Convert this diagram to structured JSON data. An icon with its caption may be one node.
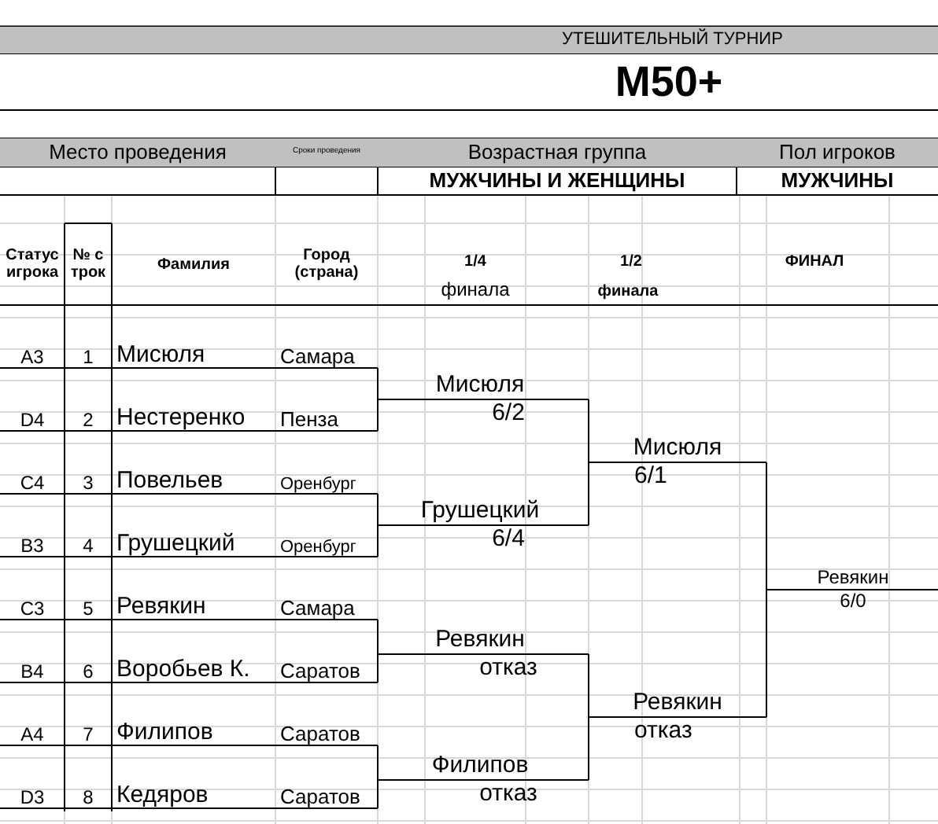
{
  "diagram": {
    "title": "M50+",
    "labels": [
      "УТЕШИТЕЛЬНЫЙ  ТУРНИР",
      "Место проведения",
      "Сроки проведения",
      "Возрастная группа",
      "Пол игроков",
      "МУЖЧИНЫ И ЖЕНЩИНЫ",
      "МУЖЧИНЫ",
      "Статус игрока",
      "№ строк",
      "Фамилия",
      "Город (страна)",
      "1/4",
      "1/2",
      "ФИНАЛ",
      "финала",
      "финала",
      "А3",
      "1",
      "Мисюля",
      "Самара",
      "D4",
      "2",
      "Нестеренко",
      "Пенза",
      "С4",
      "3",
      "Повельев",
      "Оренбург",
      "В3",
      "4",
      "Грушецкий",
      "Оренбург",
      "С3",
      "5",
      "Ревякин",
      "Самара",
      "В4",
      "6",
      "Воробьев К.",
      "Саратов",
      "А4",
      "7",
      "Филипов",
      "Саратов",
      "D3",
      "8",
      "Кедяров",
      "Саратов",
      "Мисюля",
      "6/2",
      "Грушецкий",
      "6/4",
      "Ревякин",
      "отказ",
      "Филипов",
      "отказ",
      "Мисюля",
      "6/1",
      "Ревякин",
      "отказ",
      "Ревякин",
      "6/0"
    ]
  }
}
